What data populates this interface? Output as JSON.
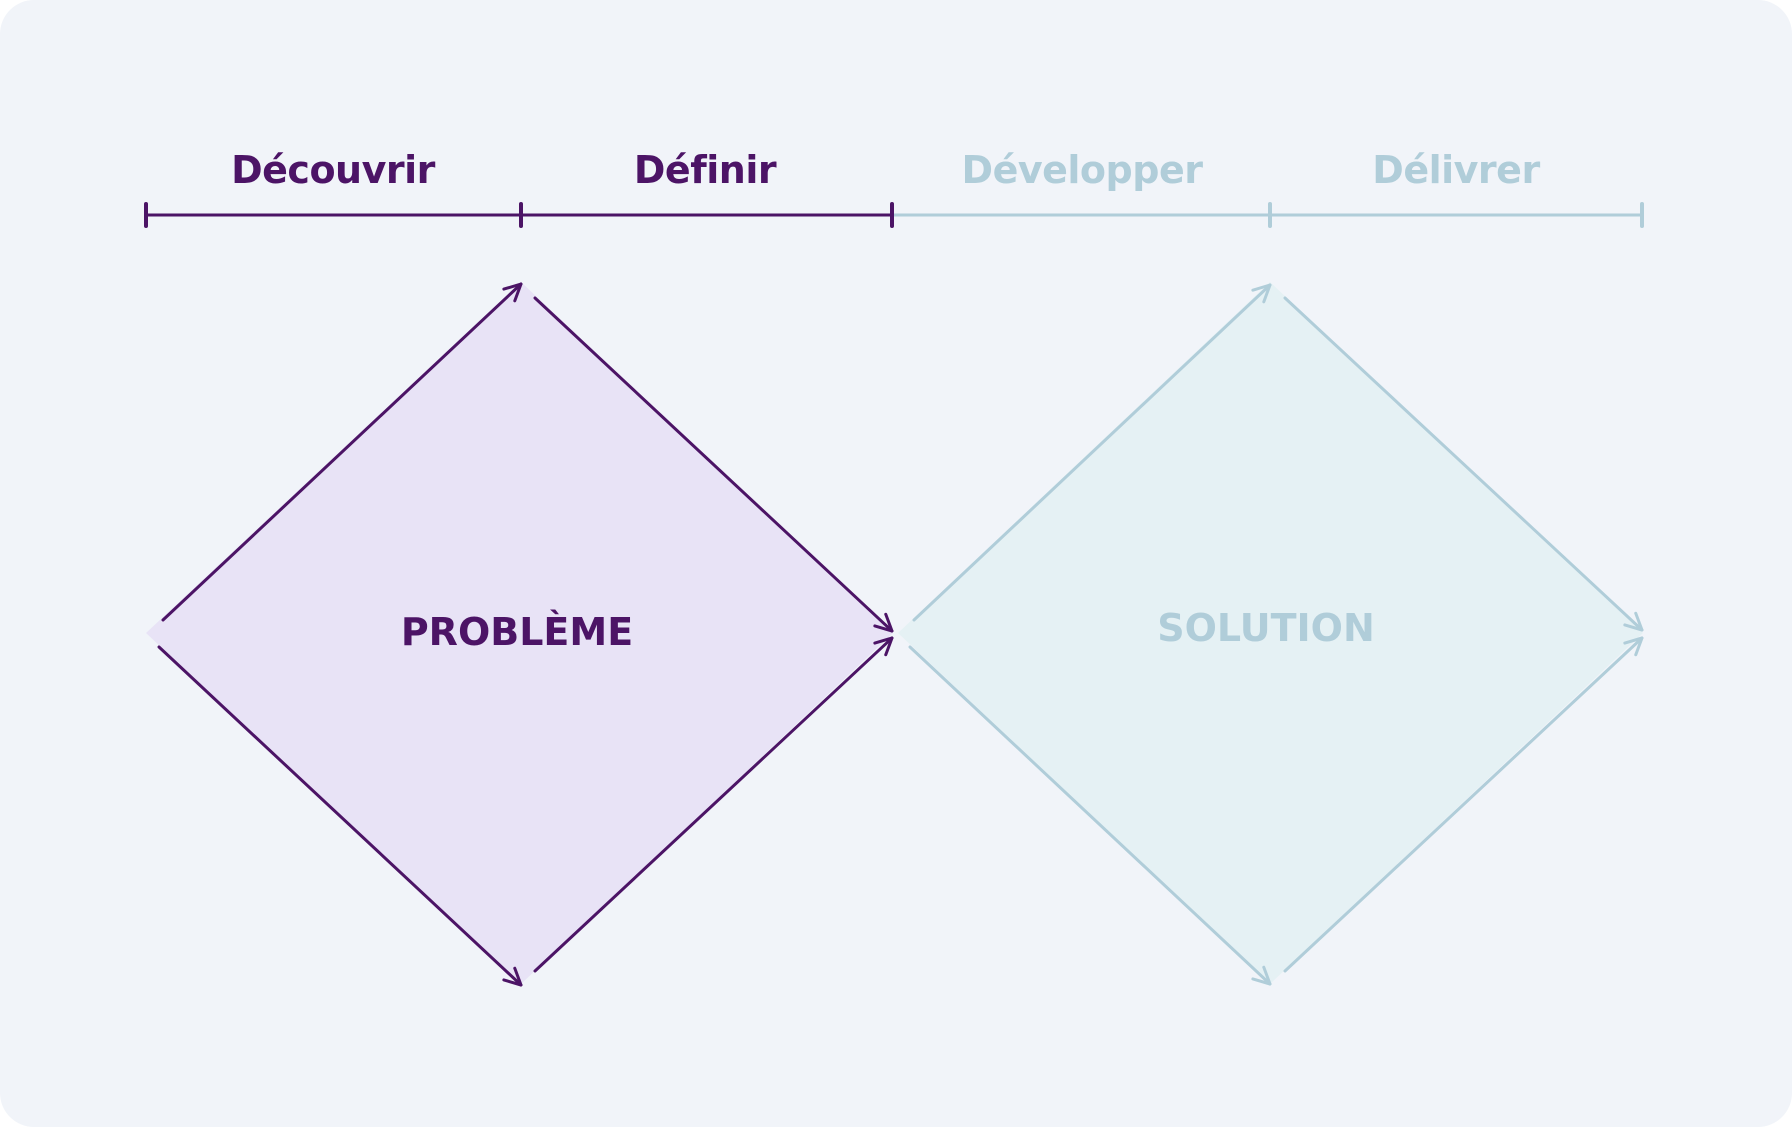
{
  "phases": [
    {
      "label": "Découvrir",
      "state": "active"
    },
    {
      "label": "Définir",
      "state": "active"
    },
    {
      "label": "Développer",
      "state": "inactive"
    },
    {
      "label": "Délivrer",
      "state": "inactive"
    }
  ],
  "diamonds": {
    "problem": {
      "label": "PROBLÈME"
    },
    "solution": {
      "label": "SOLUTION"
    }
  },
  "colors": {
    "background": "#f1f4f9",
    "active_stroke": "#4c1466",
    "active_fill": "#e8e3f6",
    "inactive_stroke": "#b0cdd9",
    "inactive_fill": "#e5f1f4"
  }
}
